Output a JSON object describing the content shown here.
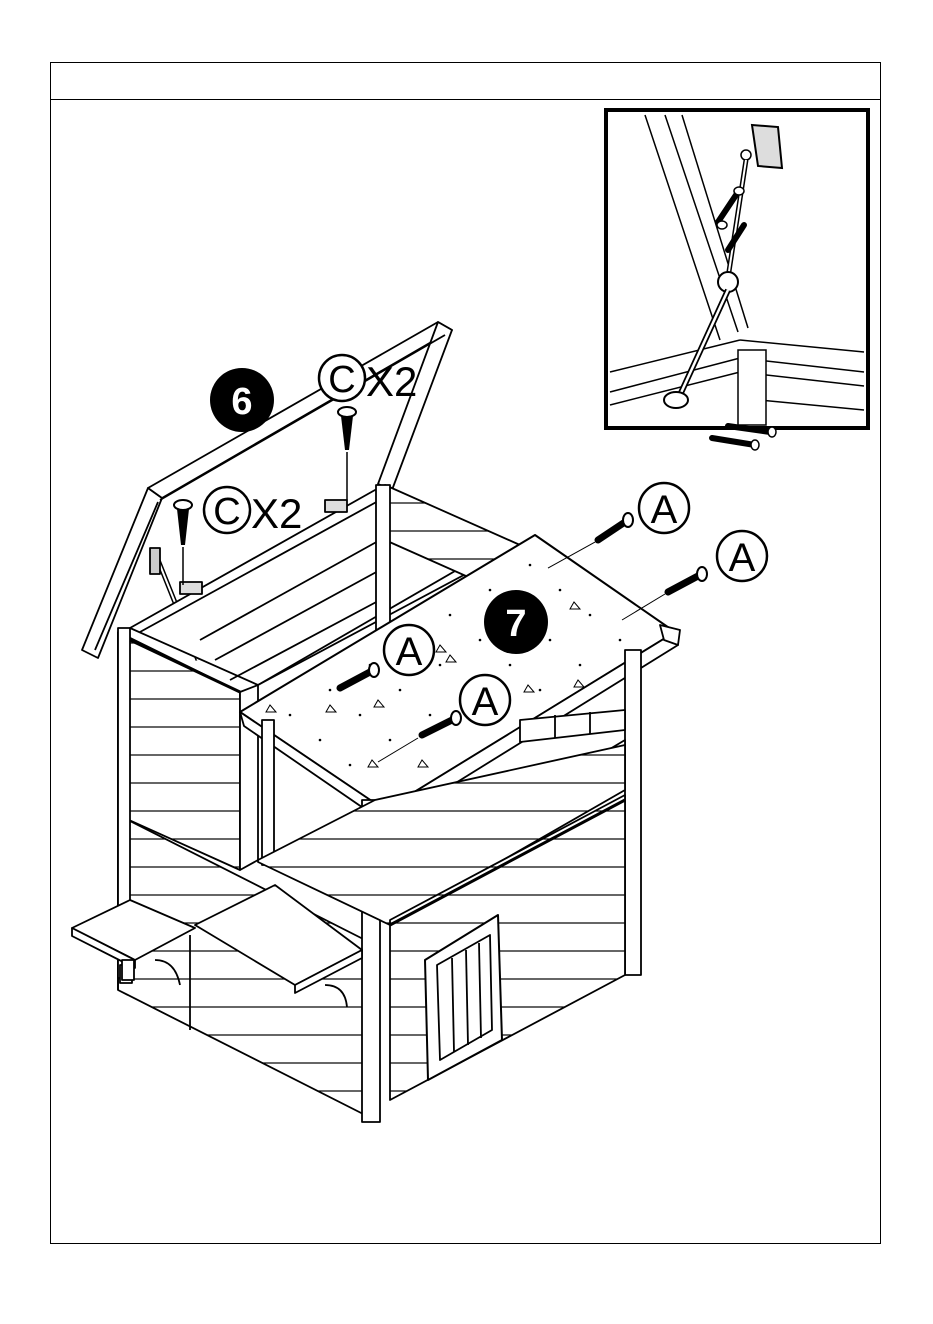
{
  "steps": [
    {
      "number": "6"
    },
    {
      "number": "7"
    }
  ],
  "callouts": {
    "screw_c_left": {
      "letter": "C",
      "qty": "X2"
    },
    "screw_c_right": {
      "letter": "C",
      "qty": "X2"
    },
    "bolt_a": [
      "A",
      "A",
      "A",
      "A"
    ]
  },
  "colors": {
    "ink": "#000000",
    "paper": "#ffffff",
    "panel": "#f2f2f2"
  }
}
